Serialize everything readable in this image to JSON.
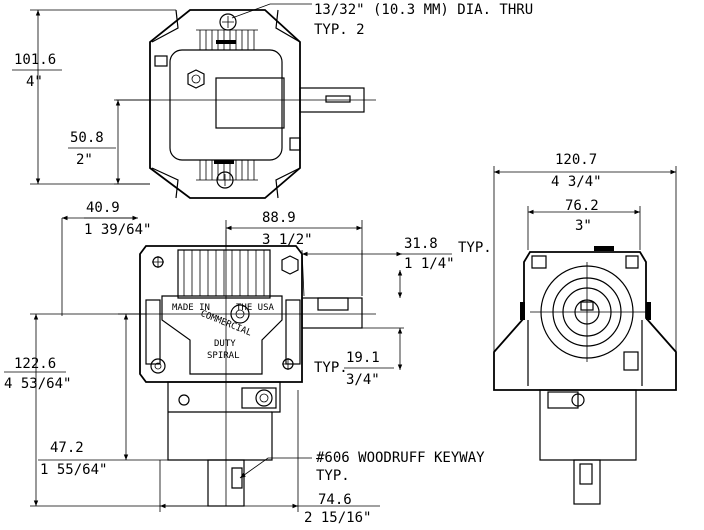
{
  "labels": {
    "hole_dia": "13/32\" (10.3 MM) DIA. THRU",
    "hole_typ": "TYP. 2",
    "h_mm": "101.6",
    "h_in": "4\"",
    "c_mm": "50.8",
    "c_in": "2\"",
    "w_mm": "120.7",
    "w_in": "4 3/4\"",
    "w2_mm": "76.2",
    "w2_in": "3\"",
    "left_mm": "40.9",
    "left_in": "1 39/64\"",
    "top_mm": "88.9",
    "top_in": "3 1/2\"",
    "shaft_mm": "31.8",
    "shaft_in": "1 1/4\"",
    "shaft_typ": "TYP.",
    "shaftlen_typ": "TYP.",
    "shaftlen_mm": "19.1",
    "shaftlen_in": "3/4\"",
    "total_h_mm": "122.6",
    "total_h_in": "4 53/64\"",
    "low_mm": "47.2",
    "low_in": "1 55/64\"",
    "key_label": "#606 WOODRUFF KEYWAY",
    "key_typ": "TYP.",
    "bot_mm": "74.6",
    "bot_in": "2 15/16\"",
    "plate_1": "MADE IN",
    "plate_2": "THE USA",
    "plate_3": "COMMERCIAL",
    "plate_4": "DUTY",
    "plate_5": "SPIRAL"
  }
}
